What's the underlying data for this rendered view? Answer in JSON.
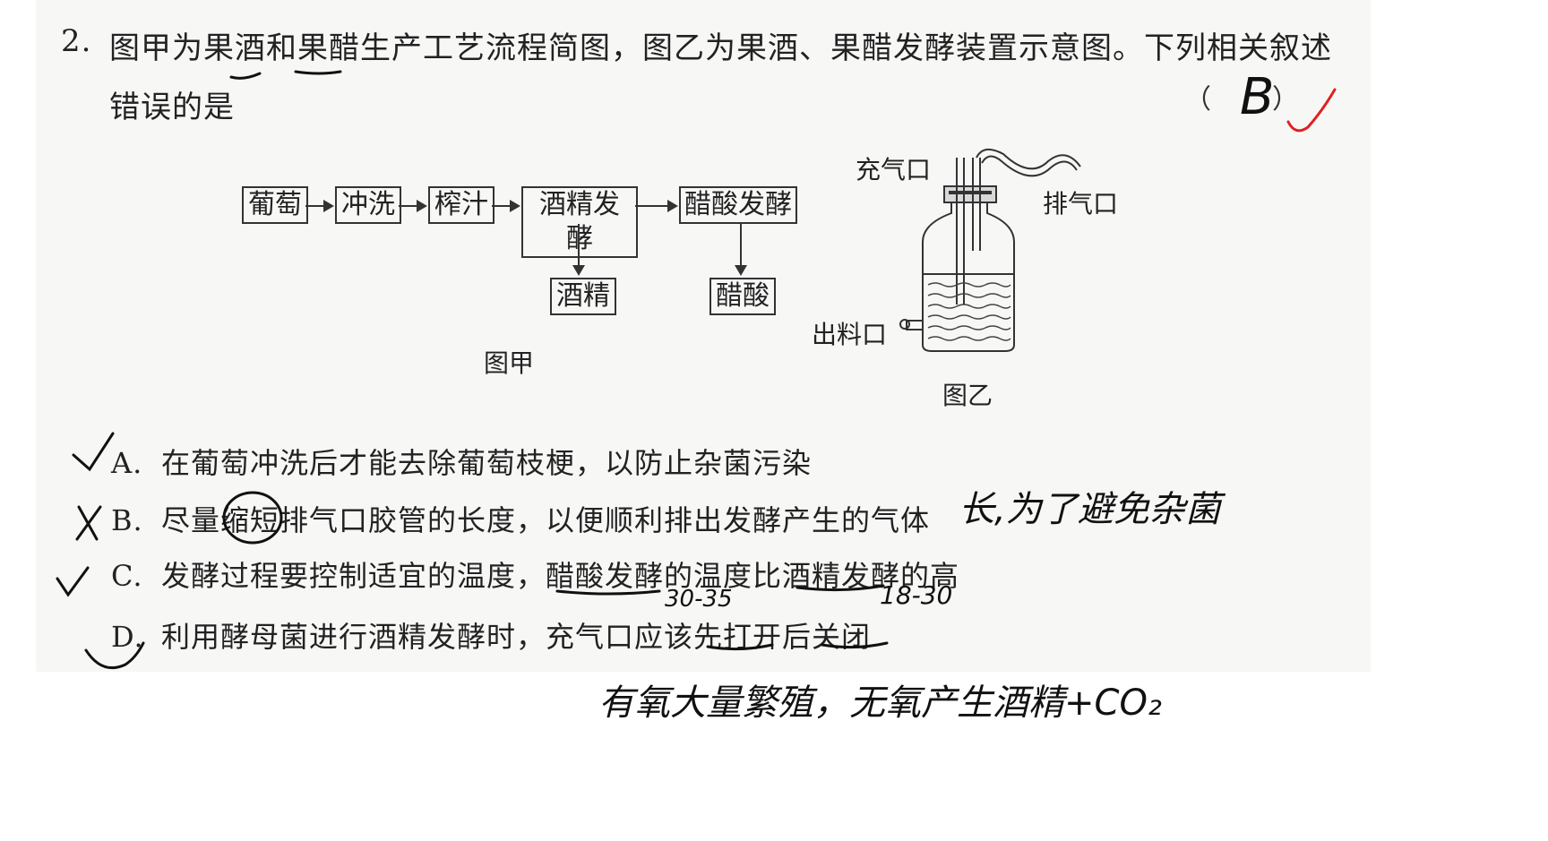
{
  "question": {
    "number": "2.",
    "stem_line1": "图甲为果酒和果醋生产工艺流程简图，图乙为果酒、果醋发酵装置示意图。下列相关叙述",
    "stem_line2": "错误的是",
    "paren_open": "（",
    "paren_close": "）"
  },
  "figure_a": {
    "caption": "图甲",
    "steps": [
      "葡萄",
      "冲洗",
      "榨汁",
      "酒精发酵",
      "醋酸发酵"
    ],
    "products": [
      "酒精",
      "醋酸"
    ]
  },
  "figure_b": {
    "caption": "图乙",
    "labels": {
      "inlet": "充气口",
      "outlet_gas": "排气口",
      "outlet_material": "出料口"
    }
  },
  "options": [
    {
      "letter": "A.",
      "text": "在葡萄冲洗后才能去除葡萄枝梗，以防止杂菌污染"
    },
    {
      "letter": "B.",
      "text": "尽量缩短排气口胶管的长度，以便顺利排出发酵产生的气体"
    },
    {
      "letter": "C.",
      "text": "发酵过程要控制适宜的温度，醋酸发酵的温度比酒精发酵的高"
    },
    {
      "letter": "D.",
      "text": "利用酵母菌进行酒精发酵时，充气口应该先打开后关闭"
    }
  ],
  "handwriting": {
    "answer": "B",
    "note_b": "长,为了避免杂菌",
    "temp_acetic": "30-35",
    "temp_alcohol": "18-30",
    "note_d": "有氧大量繁殖，无氧产生酒精+CO₂",
    "colors": {
      "ink": "#111111",
      "check_red": "#e02020"
    }
  }
}
